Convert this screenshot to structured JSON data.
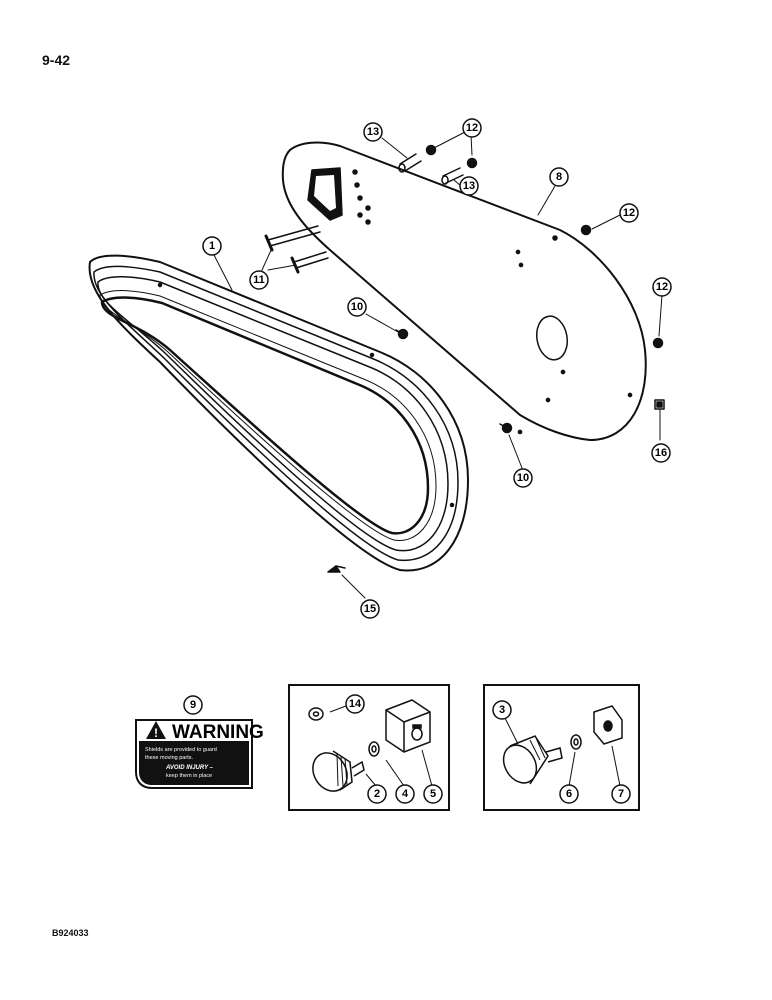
{
  "page": {
    "number": "9-42",
    "figure_code": "B924033"
  },
  "callouts": {
    "c1": "1",
    "c2": "2",
    "c3": "3",
    "c4": "4",
    "c5": "5",
    "c6": "6",
    "c7": "7",
    "c8": "8",
    "c9": "9",
    "c10a": "10",
    "c10b": "10",
    "c11": "11",
    "c12a": "12",
    "c12b": "12",
    "c12c": "12",
    "c13a": "13",
    "c13b": "13",
    "c14": "14",
    "c15": "15",
    "c16": "16"
  },
  "warning_decal": {
    "title": "WARNING",
    "line1": "Shields are provided to guard",
    "line2": "these moving parts.",
    "line3": "AVOID INJURY –",
    "line4": "keep them in place"
  },
  "colors": {
    "ink": "#111111",
    "paper": "#ffffff"
  }
}
